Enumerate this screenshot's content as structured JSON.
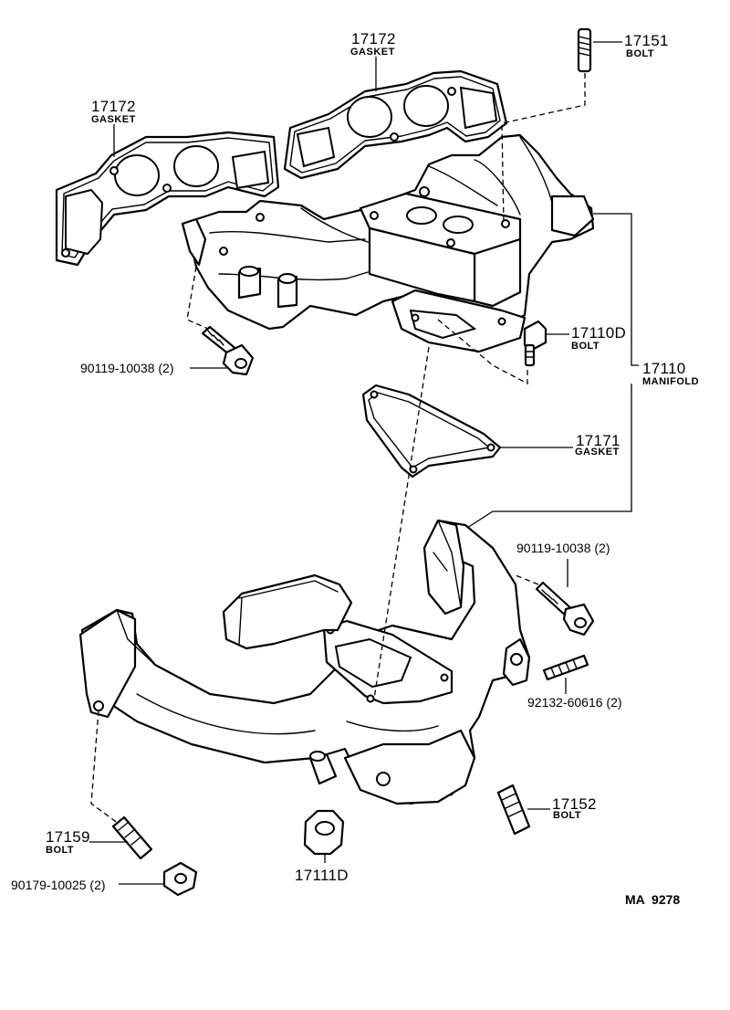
{
  "labels": {
    "gasket_right": {
      "number": "17172",
      "name": "GASKET"
    },
    "gasket_left": {
      "number": "17172",
      "name": "GASKET"
    },
    "stud_top": {
      "number": "17151",
      "name": "BOLT"
    },
    "bolt_17110d": {
      "number": "17110D",
      "name": "BOLT"
    },
    "manifold": {
      "number": "17110",
      "name": "MANIFOLD"
    },
    "gasket_17171": {
      "number": "17171",
      "name": "GASKET"
    },
    "bolt_left_upper": {
      "code": "90119-10038 (2)"
    },
    "bolt_right_lower": {
      "code": "90119-10038 (2)"
    },
    "stud_92132": {
      "code": "92132-60616 (2)"
    },
    "stud_17152": {
      "number": "17152",
      "name": "BOLT"
    },
    "stud_17159": {
      "number": "17159",
      "name": "BOLT"
    },
    "nut_90179": {
      "code": "90179-10025 (2)"
    },
    "plug_17111d": {
      "number": "17111D"
    },
    "drawing_ref": {
      "code": "MA  9278"
    }
  }
}
